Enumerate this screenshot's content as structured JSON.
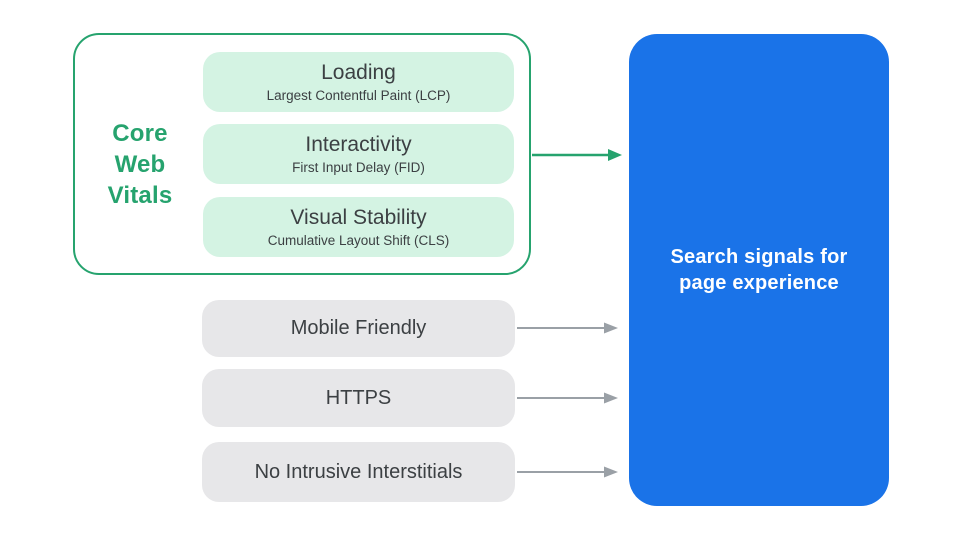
{
  "colors": {
    "green": "#26A36E",
    "green_light": "#D4F3E3",
    "blue": "#1A73E8",
    "gray_pill": "#E7E7E9",
    "gray_arrow": "#9AA0A6",
    "text_dark": "#3C4043"
  },
  "core_web_vitals": {
    "label": "Core Web Vitals",
    "items": [
      {
        "title": "Loading",
        "subtitle": "Largest Contentful Paint (LCP)"
      },
      {
        "title": "Interactivity",
        "subtitle": "First Input Delay (FID)"
      },
      {
        "title": "Visual Stability",
        "subtitle": "Cumulative Layout Shift (CLS)"
      }
    ]
  },
  "other_signals": [
    {
      "title": "Mobile Friendly"
    },
    {
      "title": "HTTPS"
    },
    {
      "title": "No Intrusive Interstitials"
    }
  ],
  "result": {
    "label": "Search signals for page experience"
  }
}
